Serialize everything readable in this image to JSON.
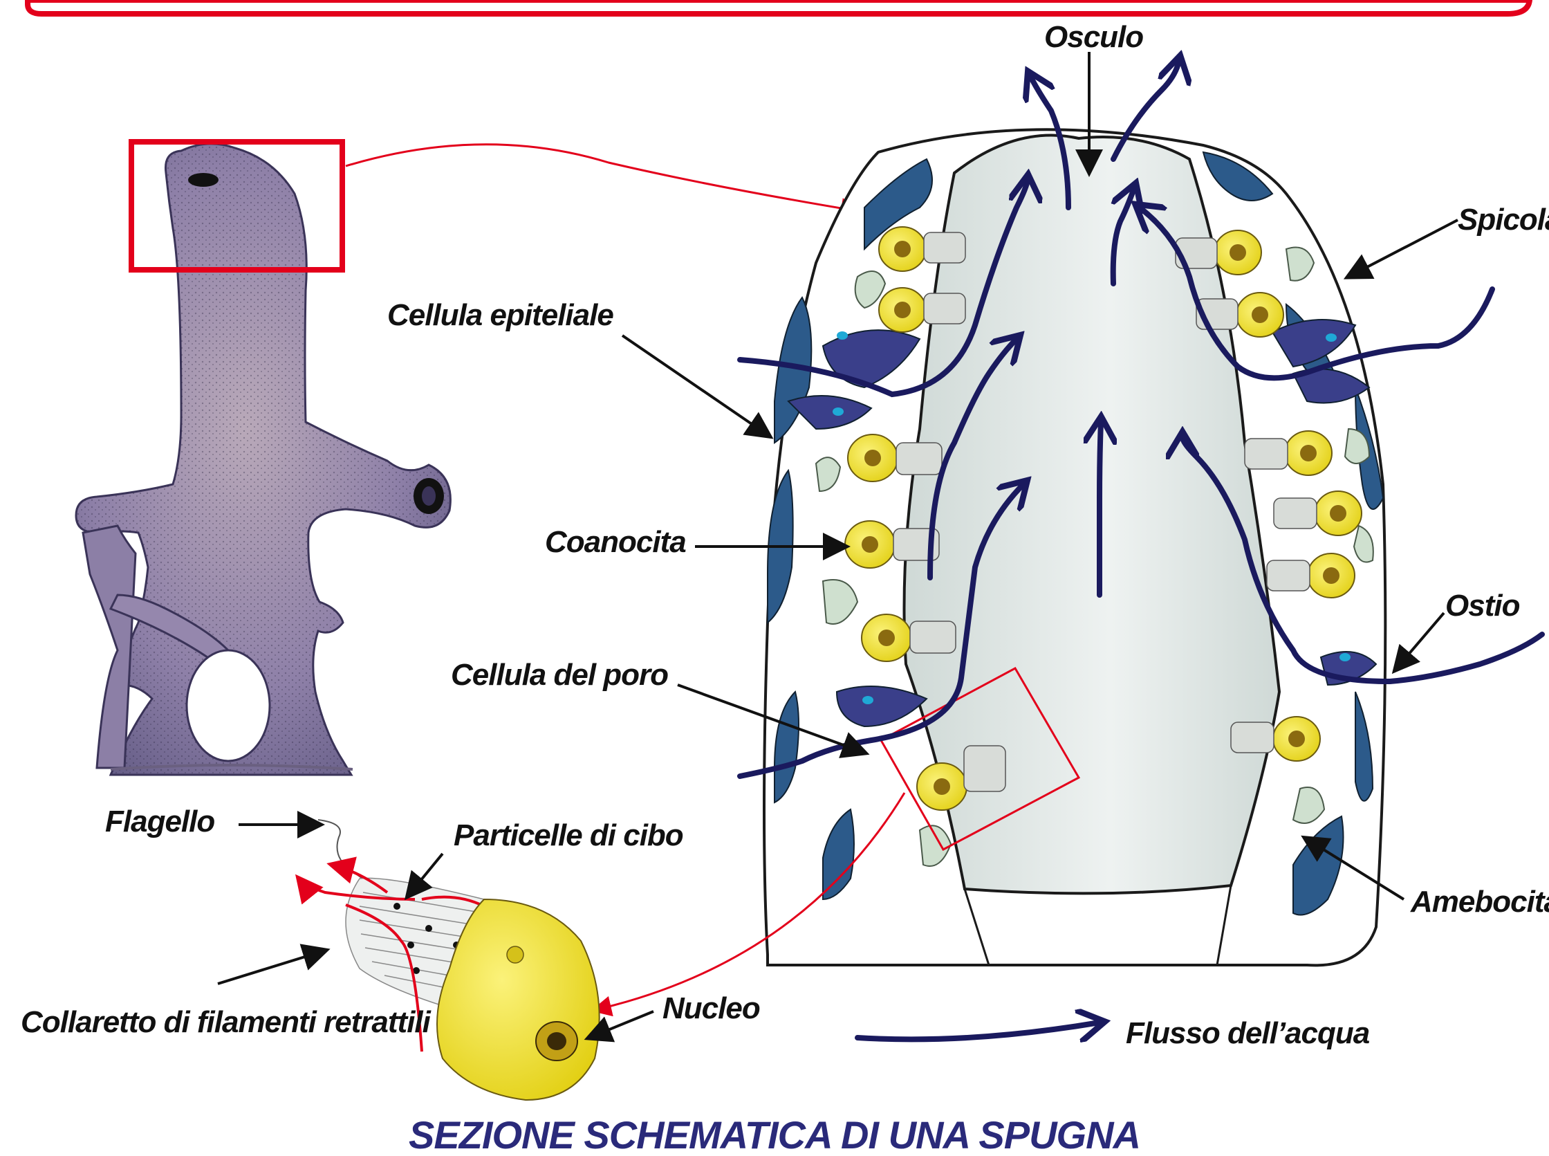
{
  "labels": {
    "osculo": "Osculo",
    "spicola": "Spicola",
    "cellula_epiteliale": "Cellula epiteliale",
    "coanocita": "Coanocita",
    "ostio": "Ostio",
    "cellula_del_poro": "Cellula del poro",
    "amebocita": "Amebocita",
    "flagello": "Flagello",
    "particelle_di_cibo": "Particelle di cibo",
    "collaretto": "Collaretto di filamenti retrattili",
    "nucleo": "Nucleo",
    "flusso": "Flusso dell’acqua"
  },
  "title": "SEZIONE SCHEMATICA DI UNA SPUGNA",
  "colors": {
    "frame_red": "#e3001b",
    "water_flow": "#1a1a5e",
    "title": "#2a2a7a",
    "choanocyte": "#f0e030",
    "sponge_body": "#8a7fa6",
    "cavity": "#dfe6e3",
    "epithelial": "#2c5a8a"
  }
}
